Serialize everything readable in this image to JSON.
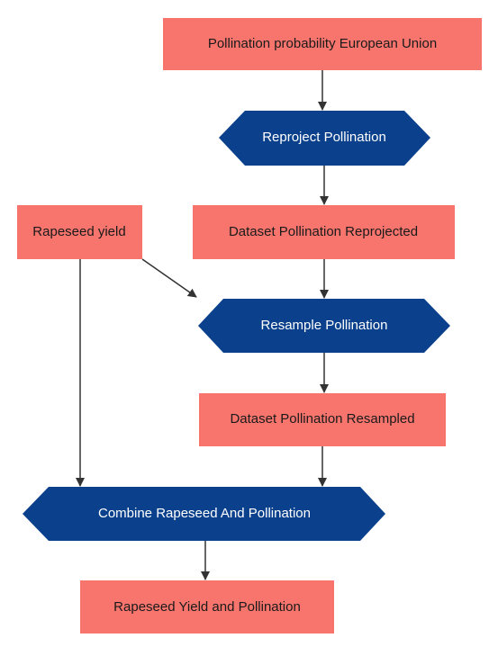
{
  "colors": {
    "data_fill": "#f8756e",
    "process_fill": "#0b418c",
    "data_text": "#1a1a1a",
    "process_text": "#ffffff",
    "edge": "#333333"
  },
  "nodes": {
    "pollination_probability_eu": {
      "label": "Pollination probability European Union",
      "kind": "data"
    },
    "reproject_pollination": {
      "label": "Reproject Pollination",
      "kind": "process"
    },
    "rapeseed_yield": {
      "label": "Rapeseed yield",
      "kind": "data"
    },
    "dataset_pollination_reprojected": {
      "label": "Dataset Pollination Reprojected",
      "kind": "data"
    },
    "resample_pollination": {
      "label": "Resample Pollination",
      "kind": "process"
    },
    "dataset_pollination_resampled": {
      "label": "Dataset Pollination Resampled",
      "kind": "data"
    },
    "combine_rapeseed_and_pollination": {
      "label": "Combine Rapeseed And Pollination",
      "kind": "process"
    },
    "rapeseed_yield_and_pollination": {
      "label": "Rapeseed Yield and Pollination",
      "kind": "data"
    }
  },
  "edges": [
    {
      "from": "pollination_probability_eu",
      "to": "reproject_pollination"
    },
    {
      "from": "reproject_pollination",
      "to": "dataset_pollination_reprojected"
    },
    {
      "from": "dataset_pollination_reprojected",
      "to": "resample_pollination"
    },
    {
      "from": "rapeseed_yield",
      "to": "resample_pollination"
    },
    {
      "from": "resample_pollination",
      "to": "dataset_pollination_resampled"
    },
    {
      "from": "rapeseed_yield",
      "to": "combine_rapeseed_and_pollination"
    },
    {
      "from": "dataset_pollination_resampled",
      "to": "combine_rapeseed_and_pollination"
    },
    {
      "from": "combine_rapeseed_and_pollination",
      "to": "rapeseed_yield_and_pollination"
    }
  ]
}
